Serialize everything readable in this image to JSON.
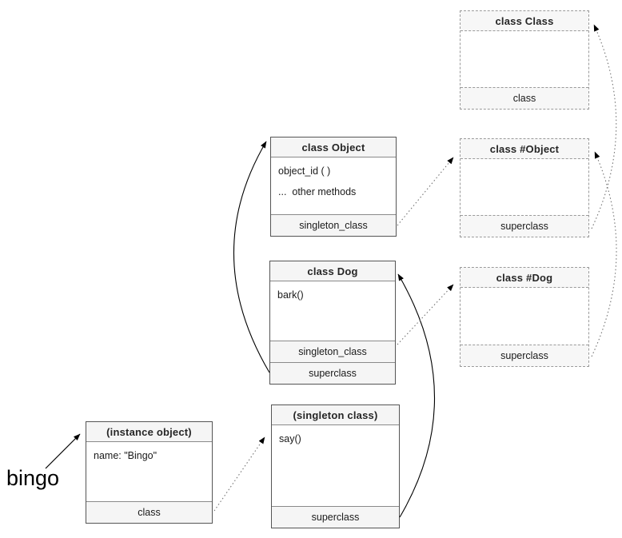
{
  "diagram": {
    "bingo_label": "bingo",
    "boxes": {
      "class_class": {
        "title": "class Class",
        "footer1": "class"
      },
      "class_hash_object": {
        "title": "class #Object",
        "footer1": "superclass"
      },
      "class_hash_dog": {
        "title": "class #Dog",
        "footer1": "superclass"
      },
      "class_object": {
        "title": "class Object",
        "row1": "object_id ( )",
        "row2": "...  other methods",
        "footer1": "singleton_class"
      },
      "class_dog": {
        "title": "class Dog",
        "row1": "bark()",
        "footer1": "singleton_class",
        "footer2": "superclass"
      },
      "singleton_class": {
        "title": "(singleton class)",
        "row1": "say()",
        "footer1": "superclass"
      },
      "instance_object": {
        "title": "(instance object)",
        "row1": "name: \"Bingo\"",
        "footer1": "class"
      }
    },
    "edges": [
      {
        "from": "bingo",
        "to": "(instance object)",
        "style": "solid"
      },
      {
        "from": "(instance object) class",
        "to": "(singleton class)",
        "style": "dotted"
      },
      {
        "from": "(singleton class) superclass",
        "to": "class Dog",
        "style": "solid"
      },
      {
        "from": "class Dog superclass",
        "to": "class Object",
        "style": "solid"
      },
      {
        "from": "class Dog singleton_class",
        "to": "class #Dog",
        "style": "dotted"
      },
      {
        "from": "class Object singleton_class",
        "to": "class #Object",
        "style": "dotted"
      },
      {
        "from": "class #Dog superclass",
        "to": "class #Object",
        "style": "dotted"
      },
      {
        "from": "class #Object superclass",
        "to": "class Class",
        "style": "dotted"
      }
    ],
    "colors": {
      "section_fill": "#f5f5f5",
      "solid_border": "#555555",
      "dashed_border": "#9a9a9a",
      "solid_arrow": "#000000",
      "dotted_arrow": "#737373"
    }
  }
}
